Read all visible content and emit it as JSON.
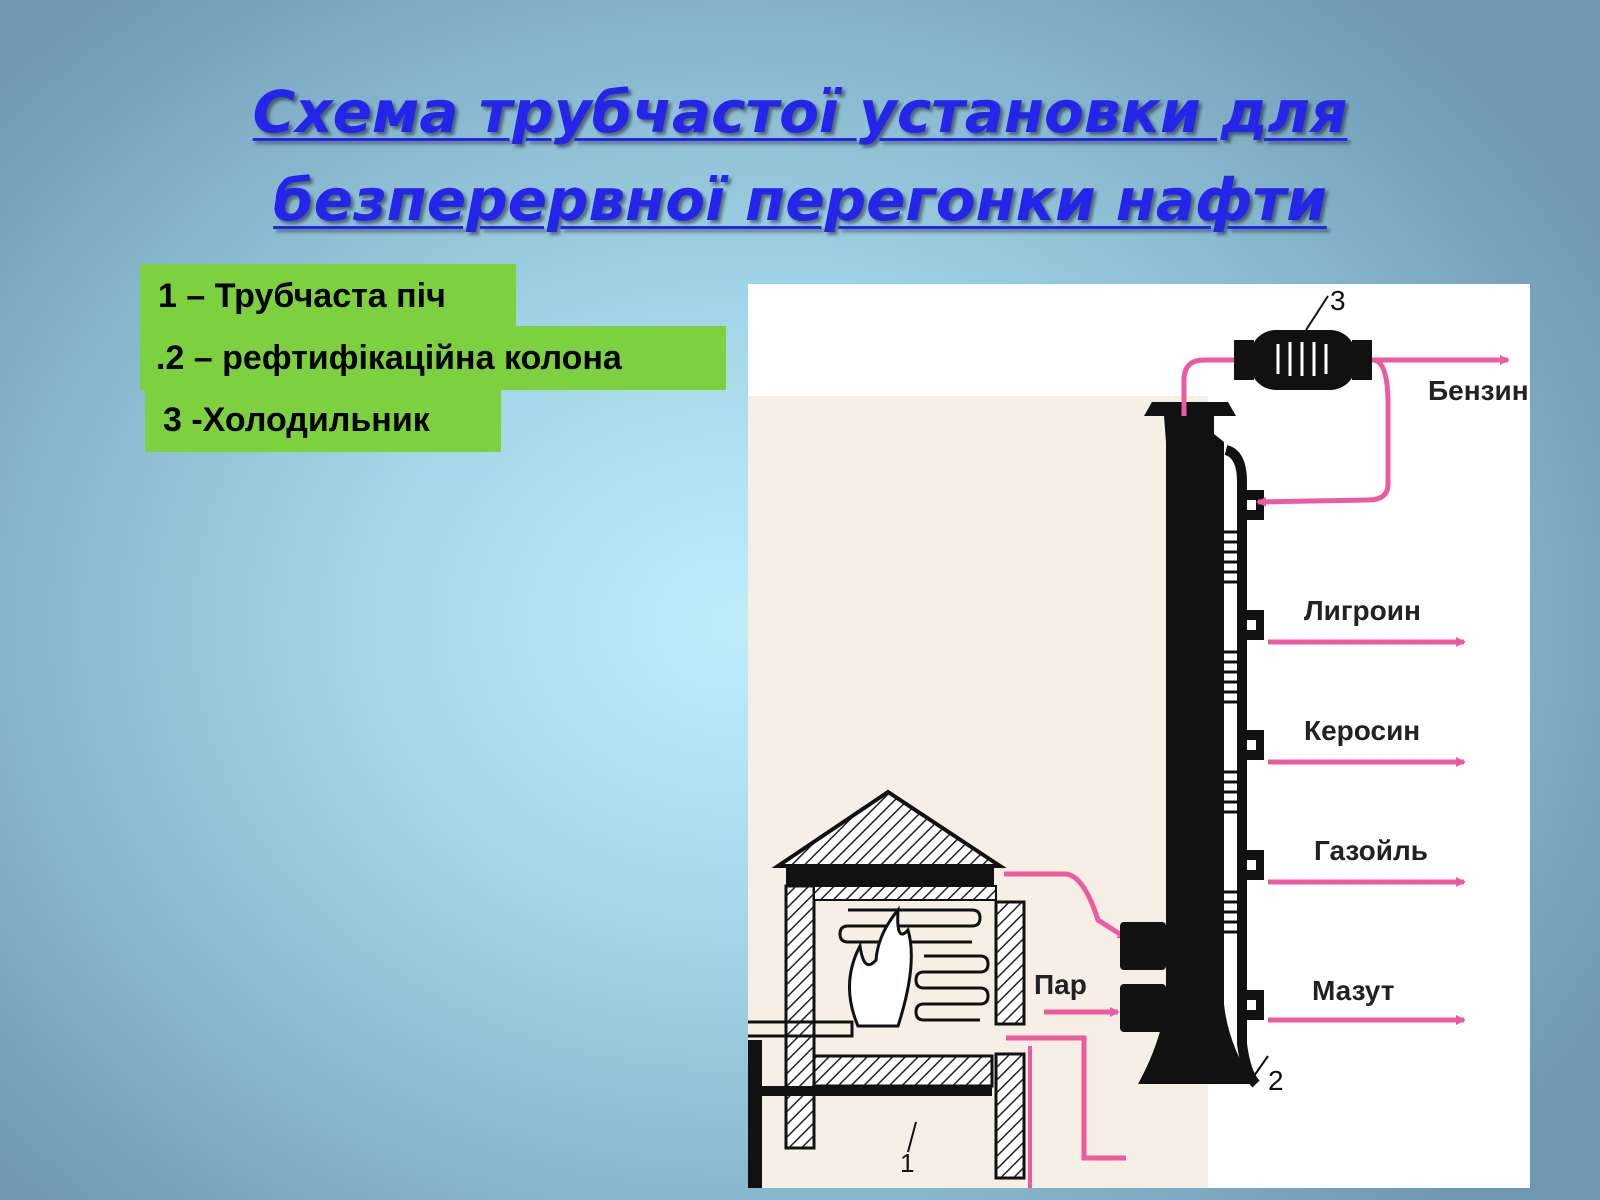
{
  "title": {
    "line1": "Схема трубчастої установки для",
    "line2": "безперервної перегонки нафти"
  },
  "legend": [
    "1 – Трубчаста піч",
    ".2 – рефтифікаційна колона",
    "3 -Холодильник"
  ],
  "diagram": {
    "products": [
      "Бензин",
      "Лигроин",
      "Керосин",
      "Газойль",
      "Мазут"
    ],
    "steam_label": "Пар",
    "part_labels": [
      "1",
      "2",
      "3"
    ]
  },
  "colors": {
    "title": "#2424ea",
    "legend_bg": "#7dd13f",
    "flow_arrow": "#ee5aa0",
    "equipment": "#111111"
  }
}
